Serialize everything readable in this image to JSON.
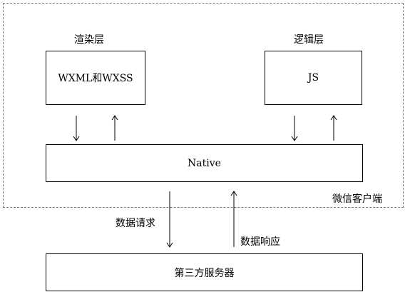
{
  "layers": {
    "render": {
      "title": "渲染层",
      "box_label": "WXML和WXSS"
    },
    "logic": {
      "title": "逻辑层",
      "box_label": "JS"
    }
  },
  "native": {
    "label": "Native"
  },
  "client": {
    "label": "微信客户端"
  },
  "flows": {
    "request": "数据请求",
    "response": "数据响应"
  },
  "server": {
    "label": "第三方服务器"
  },
  "colors": {
    "line": "#000000",
    "dashed_border": "#7a7a7a"
  }
}
